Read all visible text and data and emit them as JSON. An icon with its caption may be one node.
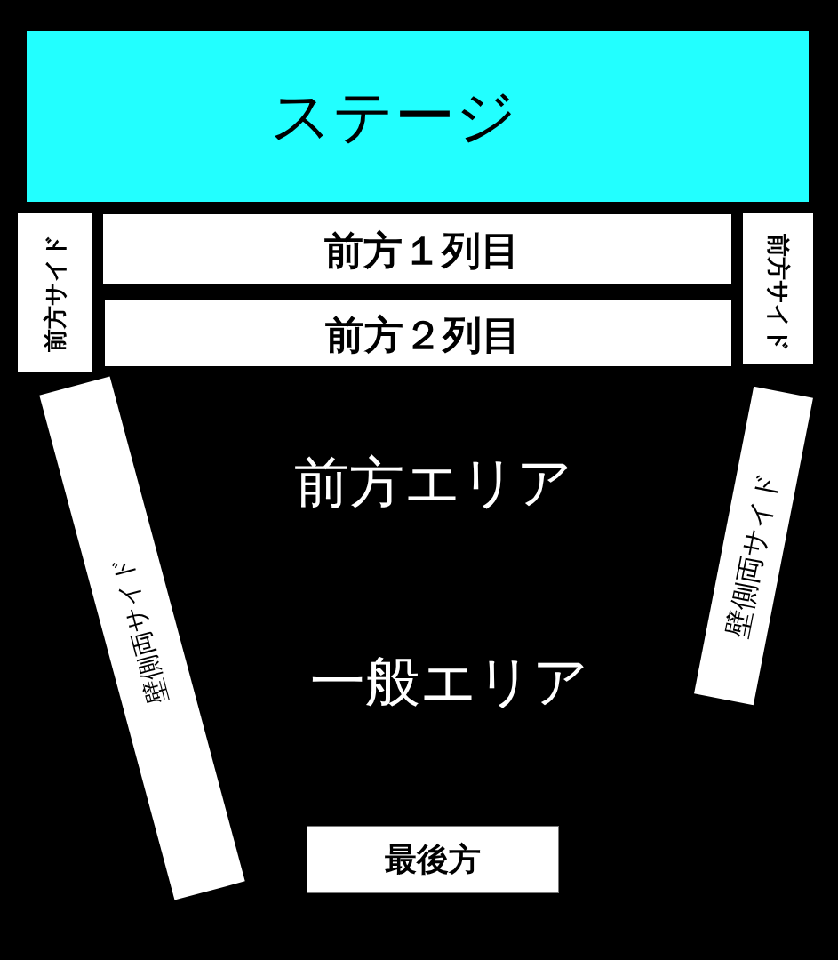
{
  "diagram": {
    "nodes": [
      {
        "text": [
          "ステージ"
        ]
      },
      {
        "text": [
          "前方サイド"
        ]
      },
      {
        "text": [
          "前方１列目"
        ]
      },
      {
        "text": [
          "前方サイド"
        ]
      },
      {
        "text": [
          "前方２列目"
        ]
      },
      {
        "text": [
          "壁側両サイド"
        ]
      },
      {
        "text": [
          "壁側両サイド"
        ]
      },
      {
        "text": [
          "最後方"
        ]
      }
    ],
    "labels": [
      "前方エリア",
      "一般エリア"
    ]
  }
}
